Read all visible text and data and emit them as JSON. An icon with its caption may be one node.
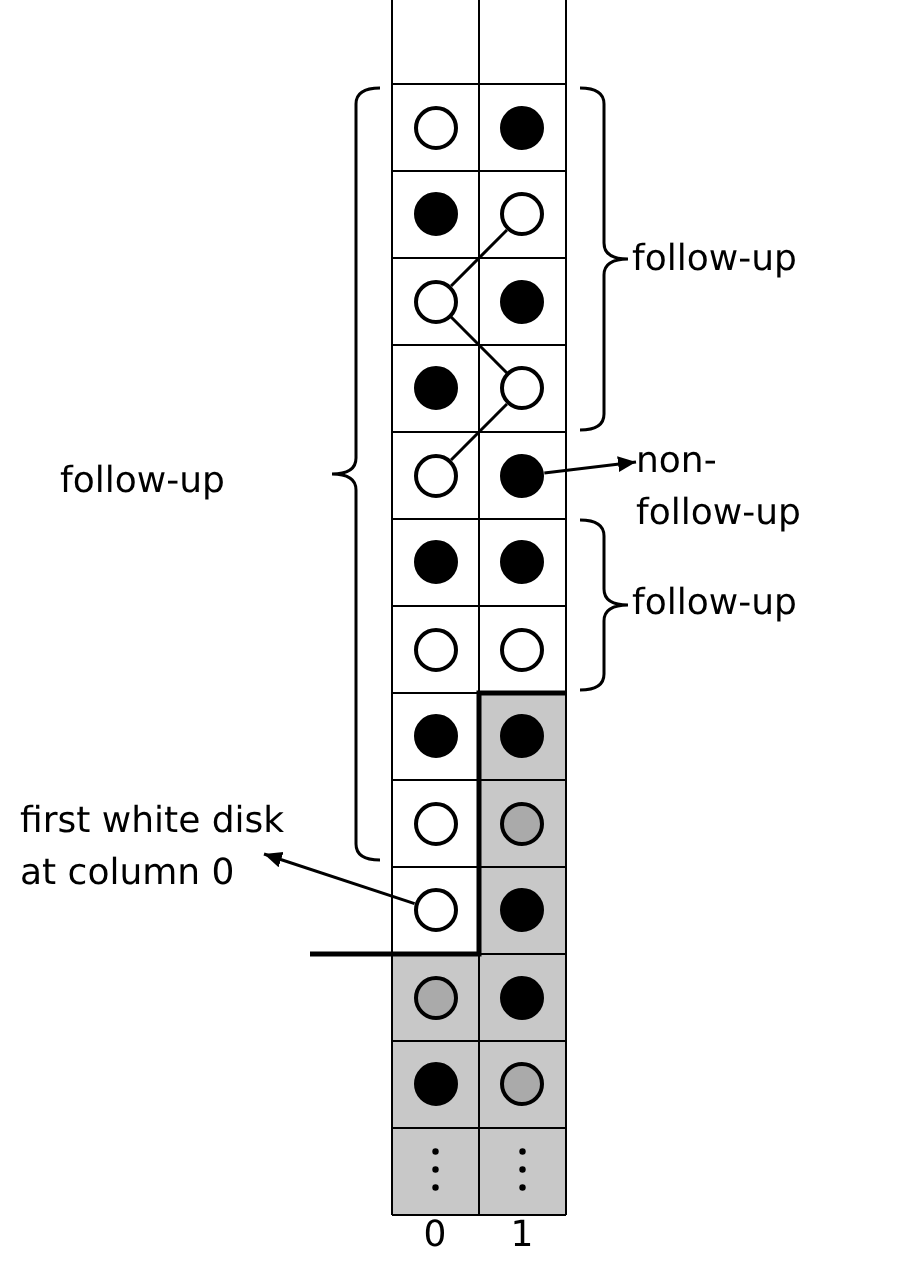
{
  "diagram": {
    "nodes": [
      {
        "text": [],
        "shape": "circle"
      },
      {
        "text": [],
        "shape": "circle"
      },
      {
        "text": [],
        "shape": "circle"
      },
      {
        "text": [],
        "shape": "circle"
      },
      {
        "text": [],
        "shape": "circle"
      },
      {
        "text": [],
        "shape": "circle"
      },
      {
        "text": [],
        "shape": "circle"
      },
      {
        "text": [],
        "shape": "circle"
      },
      {
        "text": [],
        "shape": "circle"
      },
      {
        "text": [],
        "shape": "circle"
      },
      {
        "text": [],
        "shape": "circle"
      },
      {
        "text": [],
        "shape": "circle"
      },
      {
        "text": [],
        "shape": "circle"
      },
      {
        "text": [],
        "shape": "circle"
      },
      {
        "text": [],
        "shape": "circle"
      },
      {
        "text": [],
        "shape": "circle"
      },
      {
        "text": [],
        "shape": "circle"
      },
      {
        "text": [],
        "shape": "circle"
      },
      {
        "text": [],
        "shape": "circle"
      },
      {
        "text": [],
        "shape": "circle"
      },
      {
        "text": [],
        "shape": "circle"
      },
      {
        "text": [],
        "shape": "circle"
      },
      {
        "text": [],
        "shape": "circle"
      },
      {
        "text": [],
        "shape": "circle"
      },
      {
        "text": [
          "non-follow-up"
        ]
      },
      {
        "text": [
          "first white disk at column 0"
        ]
      }
    ],
    "edges": [
      {
        "from": 4,
        "to": 3,
        "arrow": "none"
      },
      {
        "from": 4,
        "to": 7,
        "arrow": "none"
      },
      {
        "from": 7,
        "to": 8,
        "arrow": "none"
      },
      {
        "from": 9,
        "to": 24,
        "arrow": "to"
      },
      {
        "from": 18,
        "to": 25,
        "arrow": "to"
      }
    ],
    "labels": [
      "follow-up",
      "follow-up",
      "follow-up",
      "0",
      "1"
    ]
  }
}
